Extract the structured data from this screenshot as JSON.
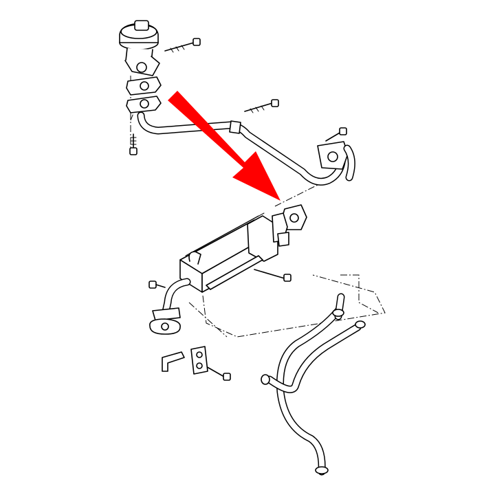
{
  "diagram": {
    "background_color": "#ffffff",
    "line_color": "#000000",
    "arrow_color": "#ff0000",
    "parts": [
      "egr-valve",
      "gasket",
      "egr-pipe",
      "bolt",
      "egr-cooler",
      "coolant-hose",
      "hose-clamp",
      "bracket"
    ]
  }
}
